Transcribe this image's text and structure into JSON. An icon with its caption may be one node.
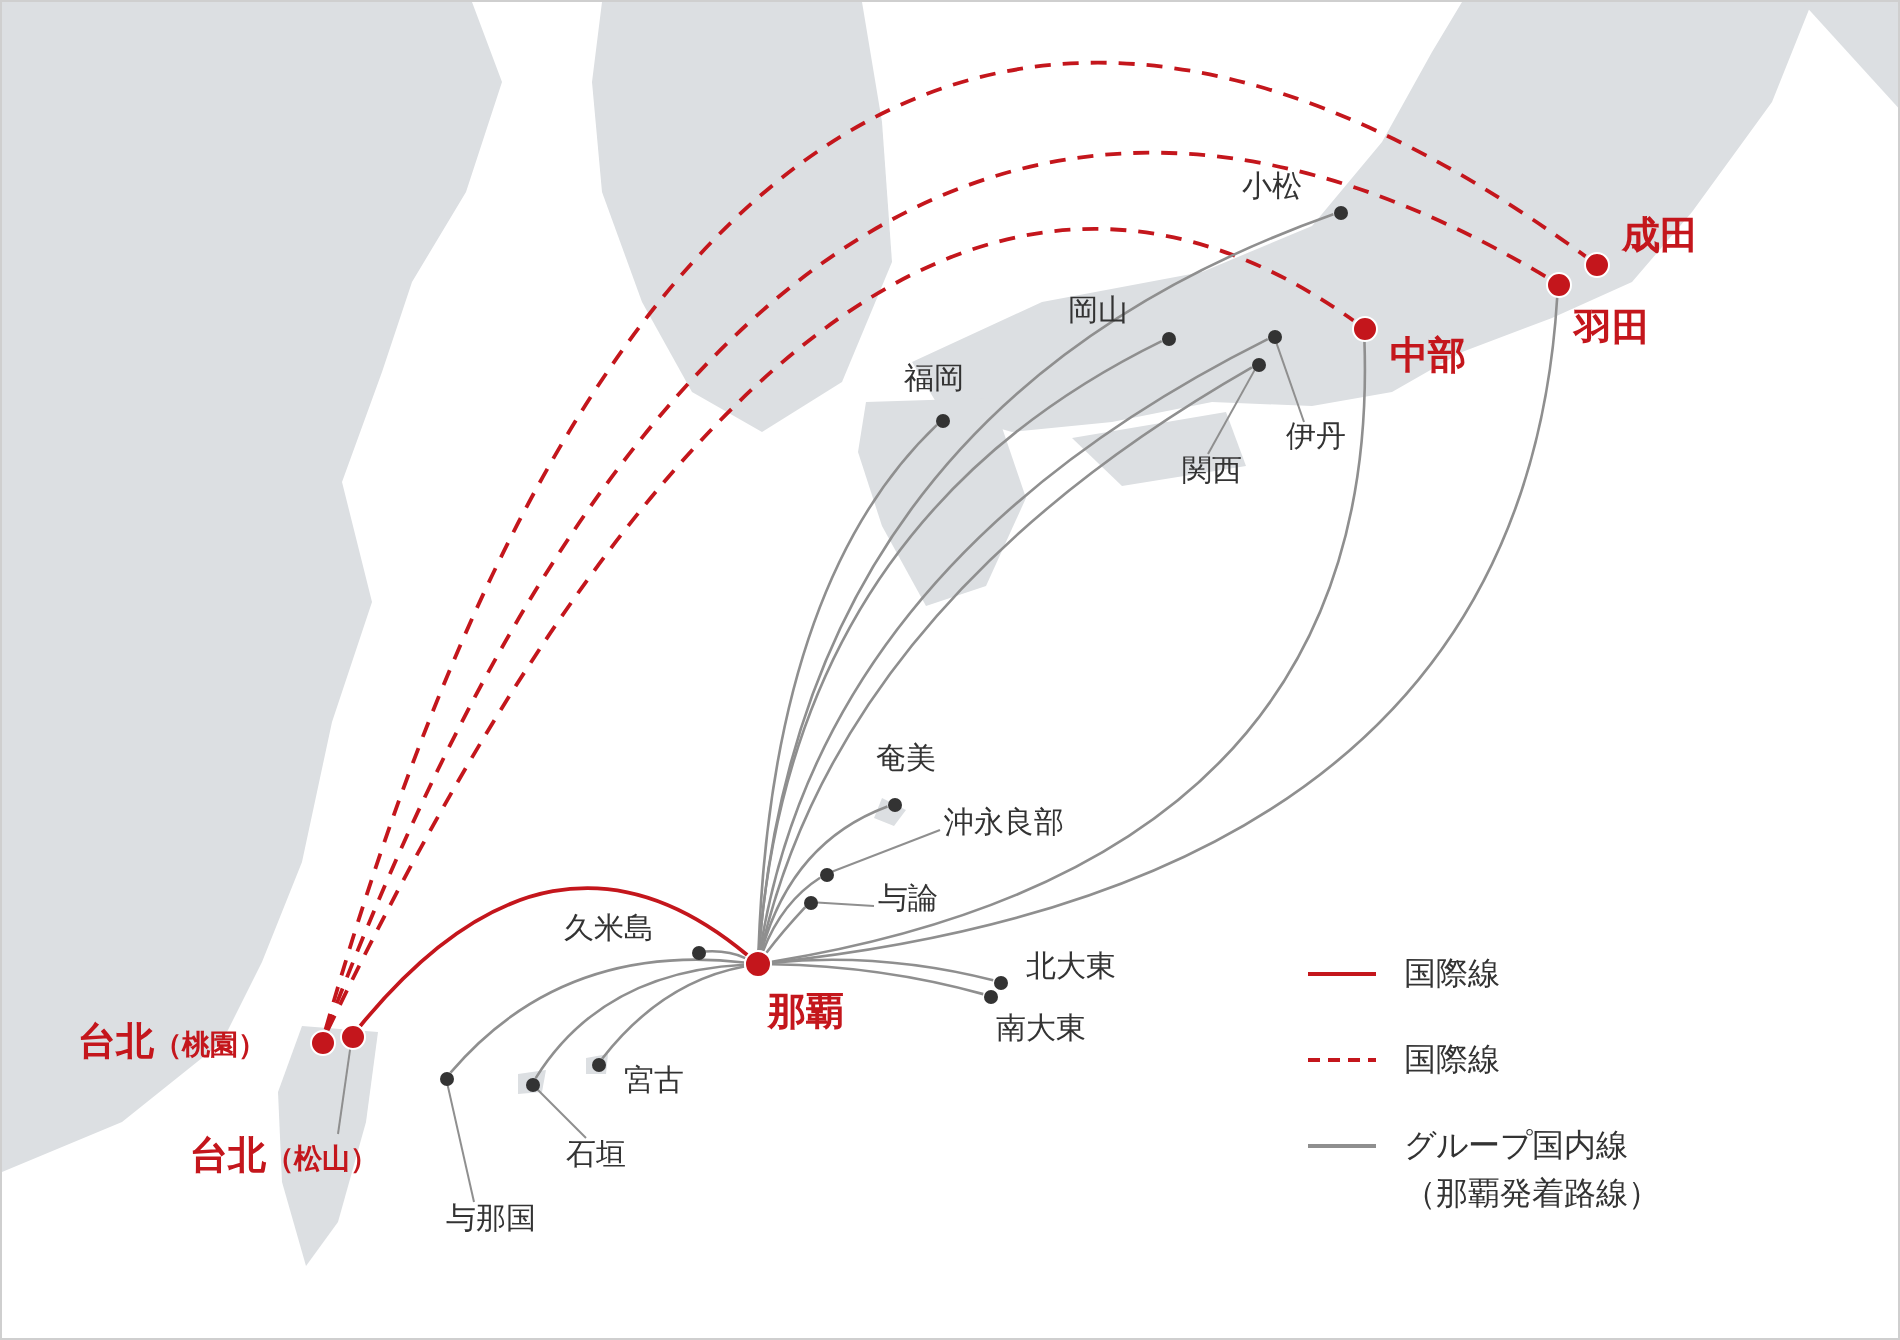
{
  "diagram": {
    "nodes": [
      {
        "text": [],
        "shape": "circle",
        "beside": [
          "那覇"
        ]
      },
      {
        "text": [],
        "shape": "circle",
        "beside": [
          "台北",
          "（桃園）"
        ]
      },
      {
        "text": [],
        "shape": "circle"
      },
      {
        "text": [],
        "shape": "circle",
        "beside": [
          "成田"
        ]
      },
      {
        "text": [],
        "shape": "circle",
        "beside": [
          "羽田"
        ]
      },
      {
        "text": [],
        "shape": "circle",
        "beside": [
          "中部"
        ]
      },
      {
        "text": [],
        "shape": "circle",
        "beside": [
          "小松"
        ]
      },
      {
        "text": [],
        "shape": "circle",
        "beside": [
          "岡山"
        ]
      },
      {
        "text": [],
        "shape": "circle",
        "beside": [
          "福岡"
        ]
      },
      {
        "text": [],
        "shape": "circle"
      },
      {
        "text": [],
        "shape": "circle"
      },
      {
        "text": [],
        "shape": "circle",
        "beside": [
          "奄美"
        ]
      },
      {
        "text": [],
        "shape": "circle"
      },
      {
        "text": [],
        "shape": "circle"
      },
      {
        "text": [],
        "shape": "circle",
        "beside": [
          "北大東"
        ]
      },
      {
        "text": [],
        "shape": "circle",
        "beside": [
          "南大東"
        ]
      },
      {
        "text": [],
        "shape": "circle",
        "beside": [
          "久米島"
        ]
      },
      {
        "text": [],
        "shape": "circle",
        "beside": [
          "宮古"
        ]
      },
      {
        "text": [],
        "shape": "circle"
      },
      {
        "text": [],
        "shape": "circle"
      },
      {
        "text": [
          "台北",
          "（松山）"
        ]
      },
      {
        "text": [
          "伊丹"
        ]
      },
      {
        "text": [
          "関西"
        ]
      },
      {
        "text": [
          "沖永良部"
        ]
      },
      {
        "text": [
          "与論"
        ]
      },
      {
        "text": [
          "石垣"
        ]
      },
      {
        "text": [
          "与那国"
        ]
      }
    ],
    "edges": [
      {
        "from": 0,
        "to": 2,
        "arrow": "none",
        "color": "#c4161c"
      },
      {
        "from": 1,
        "to": 3,
        "arrow": "none",
        "style": "dashed",
        "color": "#c4161c"
      },
      {
        "from": 1,
        "to": 4,
        "arrow": "none",
        "style": "dashed",
        "color": "#c4161c"
      },
      {
        "from": 1,
        "to": 5,
        "arrow": "none",
        "style": "dashed",
        "color": "#c4161c"
      },
      {
        "from": 0,
        "to": 6,
        "arrow": "none"
      },
      {
        "from": 0,
        "to": 7,
        "arrow": "none"
      },
      {
        "from": 0,
        "to": 8,
        "arrow": "none"
      },
      {
        "from": 0,
        "to": 9,
        "arrow": "none"
      },
      {
        "from": 0,
        "to": 10,
        "arrow": "none"
      },
      {
        "from": 0,
        "to": 5,
        "arrow": "none"
      },
      {
        "from": 0,
        "to": 4,
        "arrow": "none"
      },
      {
        "from": 0,
        "to": 11,
        "arrow": "none"
      },
      {
        "from": 0,
        "to": 12,
        "arrow": "none"
      },
      {
        "from": 0,
        "to": 13,
        "arrow": "none"
      },
      {
        "from": 0,
        "to": 14,
        "arrow": "none"
      },
      {
        "from": 0,
        "to": 15,
        "arrow": "none"
      },
      {
        "from": 0,
        "to": 16,
        "arrow": "none"
      },
      {
        "from": 0,
        "to": 17,
        "arrow": "none"
      },
      {
        "from": 0,
        "to": 18,
        "arrow": "none"
      },
      {
        "from": 0,
        "to": 19,
        "arrow": "none"
      },
      {
        "from": 20,
        "to": 2,
        "arrow": "none"
      },
      {
        "from": 21,
        "to": 9,
        "arrow": "none"
      },
      {
        "from": 22,
        "to": 10,
        "arrow": "none"
      },
      {
        "from": 23,
        "to": 12,
        "arrow": "none"
      },
      {
        "from": 24,
        "to": 13,
        "arrow": "none"
      },
      {
        "from": 25,
        "to": 18,
        "arrow": "none"
      },
      {
        "from": 26,
        "to": 19,
        "arrow": "none"
      }
    ],
    "legend": [
      {
        "text": "国際線"
      },
      {
        "text": "国際線"
      },
      {
        "text": "グループ国内線（那覇発着路線）"
      }
    ]
  }
}
